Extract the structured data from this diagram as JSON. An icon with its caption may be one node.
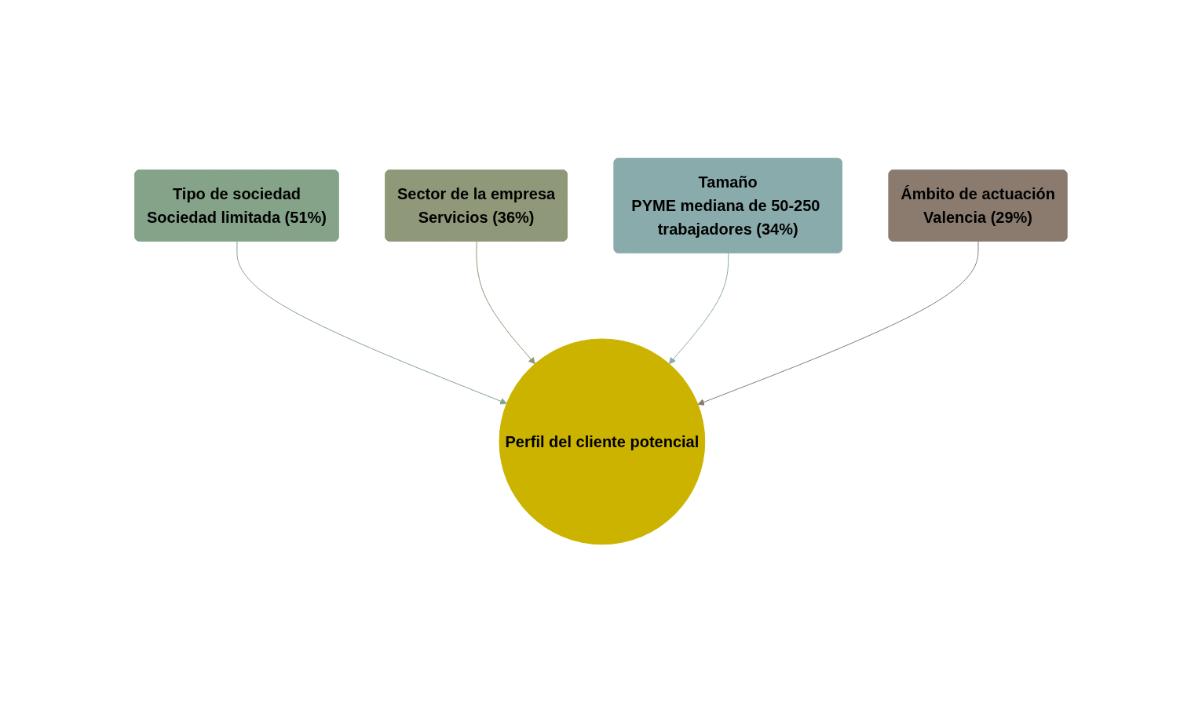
{
  "diagram": {
    "nodes": [
      {
        "text": [
          "Tipo de sociedad",
          "Sociedad limitada (51%)"
        ]
      },
      {
        "text": [
          "Sector de la empresa",
          "Servicios (36%)"
        ]
      },
      {
        "text": [
          "Tamaño",
          "PYME mediana de 50-250 trabajadores (34%)"
        ]
      },
      {
        "text": [
          "Perfil del cliente potencial"
        ]
      },
      {
        "text": [
          "Ámbito de actuación",
          "Valencia (29%)"
        ]
      }
    ],
    "edges": [
      {
        "from": 0,
        "to": 3,
        "arrow": "to",
        "color": "#84a389"
      },
      {
        "from": 1,
        "to": 3,
        "arrow": "to",
        "color": "#8f9878"
      },
      {
        "from": 2,
        "to": 3,
        "arrow": "to",
        "color": "#8aabab"
      },
      {
        "from": 4,
        "to": 3,
        "arrow": "to",
        "color": "#8b7b6f"
      }
    ]
  }
}
